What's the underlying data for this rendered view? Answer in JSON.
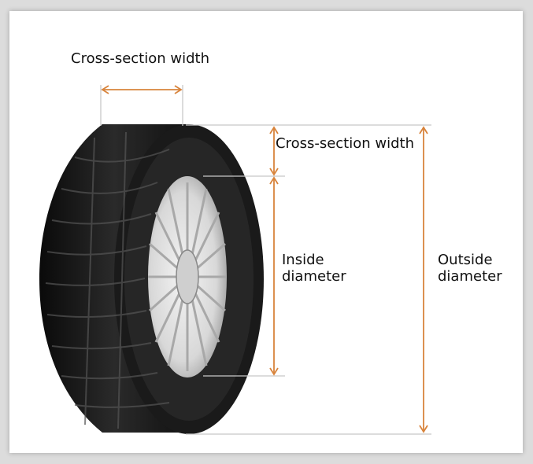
{
  "labels": {
    "top_width": "Cross-section width",
    "side_width": "Cross-section width",
    "inside_diameter": "Inside\ndiameter",
    "outside_diameter": "Outside\ndiameter"
  },
  "colors": {
    "arrow": "#d8843c",
    "guide_line": "#c8c8c8",
    "frame": "#ffffff",
    "background": "#dcdcdc"
  },
  "image": {
    "subject": "car tire with alloy wheel"
  }
}
